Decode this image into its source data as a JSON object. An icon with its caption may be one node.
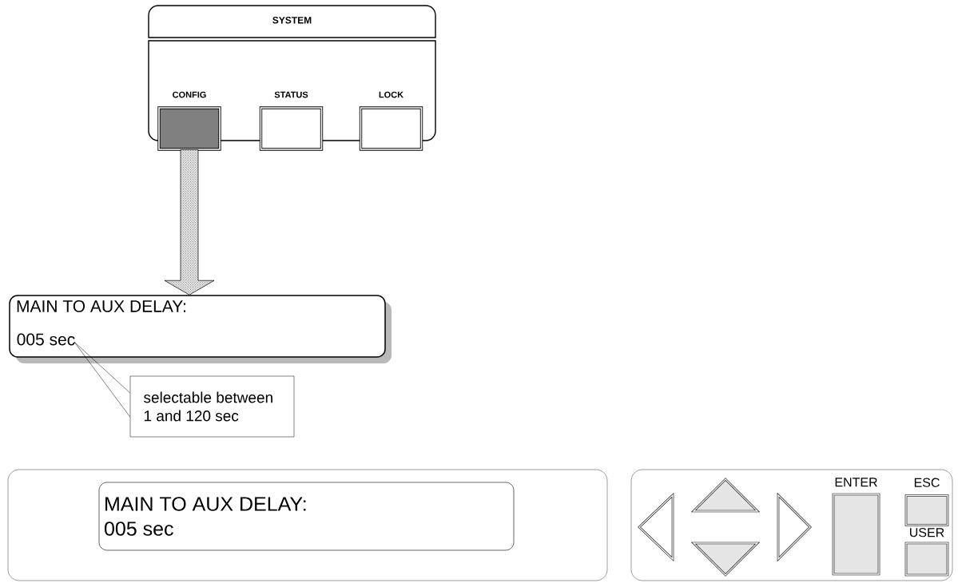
{
  "diagram": {
    "nodes": [
      {
        "text": [
          "SYSTEM"
        ]
      },
      {
        "text": [
          "CONFIG"
        ],
        "in": 0
      },
      {
        "text": [
          "STATUS"
        ],
        "in": 0
      },
      {
        "text": [
          "LOCK"
        ],
        "in": 0
      },
      {
        "text": [
          "MAIN TO AUX DELAY:"
        ]
      },
      {
        "text": [
          "005 sec"
        ],
        "in": 4
      },
      {
        "text": [
          "selectable between 1 and 120 sec"
        ]
      },
      {
        "text": [],
        "shape": "box"
      },
      {
        "text": [
          "MAIN TO AUX DELAY:",
          "005 sec"
        ],
        "in": 7
      },
      {
        "text": [],
        "shape": "box"
      },
      {
        "text": [],
        "shape": "triangle",
        "in": 9
      },
      {
        "text": [],
        "shape": "triangle",
        "in": 9
      },
      {
        "text": [],
        "shape": "triangle",
        "in": 9
      },
      {
        "text": [],
        "shape": "triangle",
        "in": 9
      },
      {
        "text": [
          "ENTER"
        ],
        "in": 9
      },
      {
        "text": [
          "ESC"
        ],
        "in": 9
      },
      {
        "text": [
          "USER"
        ],
        "in": 9
      }
    ],
    "edges": [
      {
        "from": 1,
        "to": 4,
        "arrow": "to",
        "style": "thick"
      },
      {
        "from": 6,
        "to": 5,
        "arrow": "none"
      }
    ]
  }
}
